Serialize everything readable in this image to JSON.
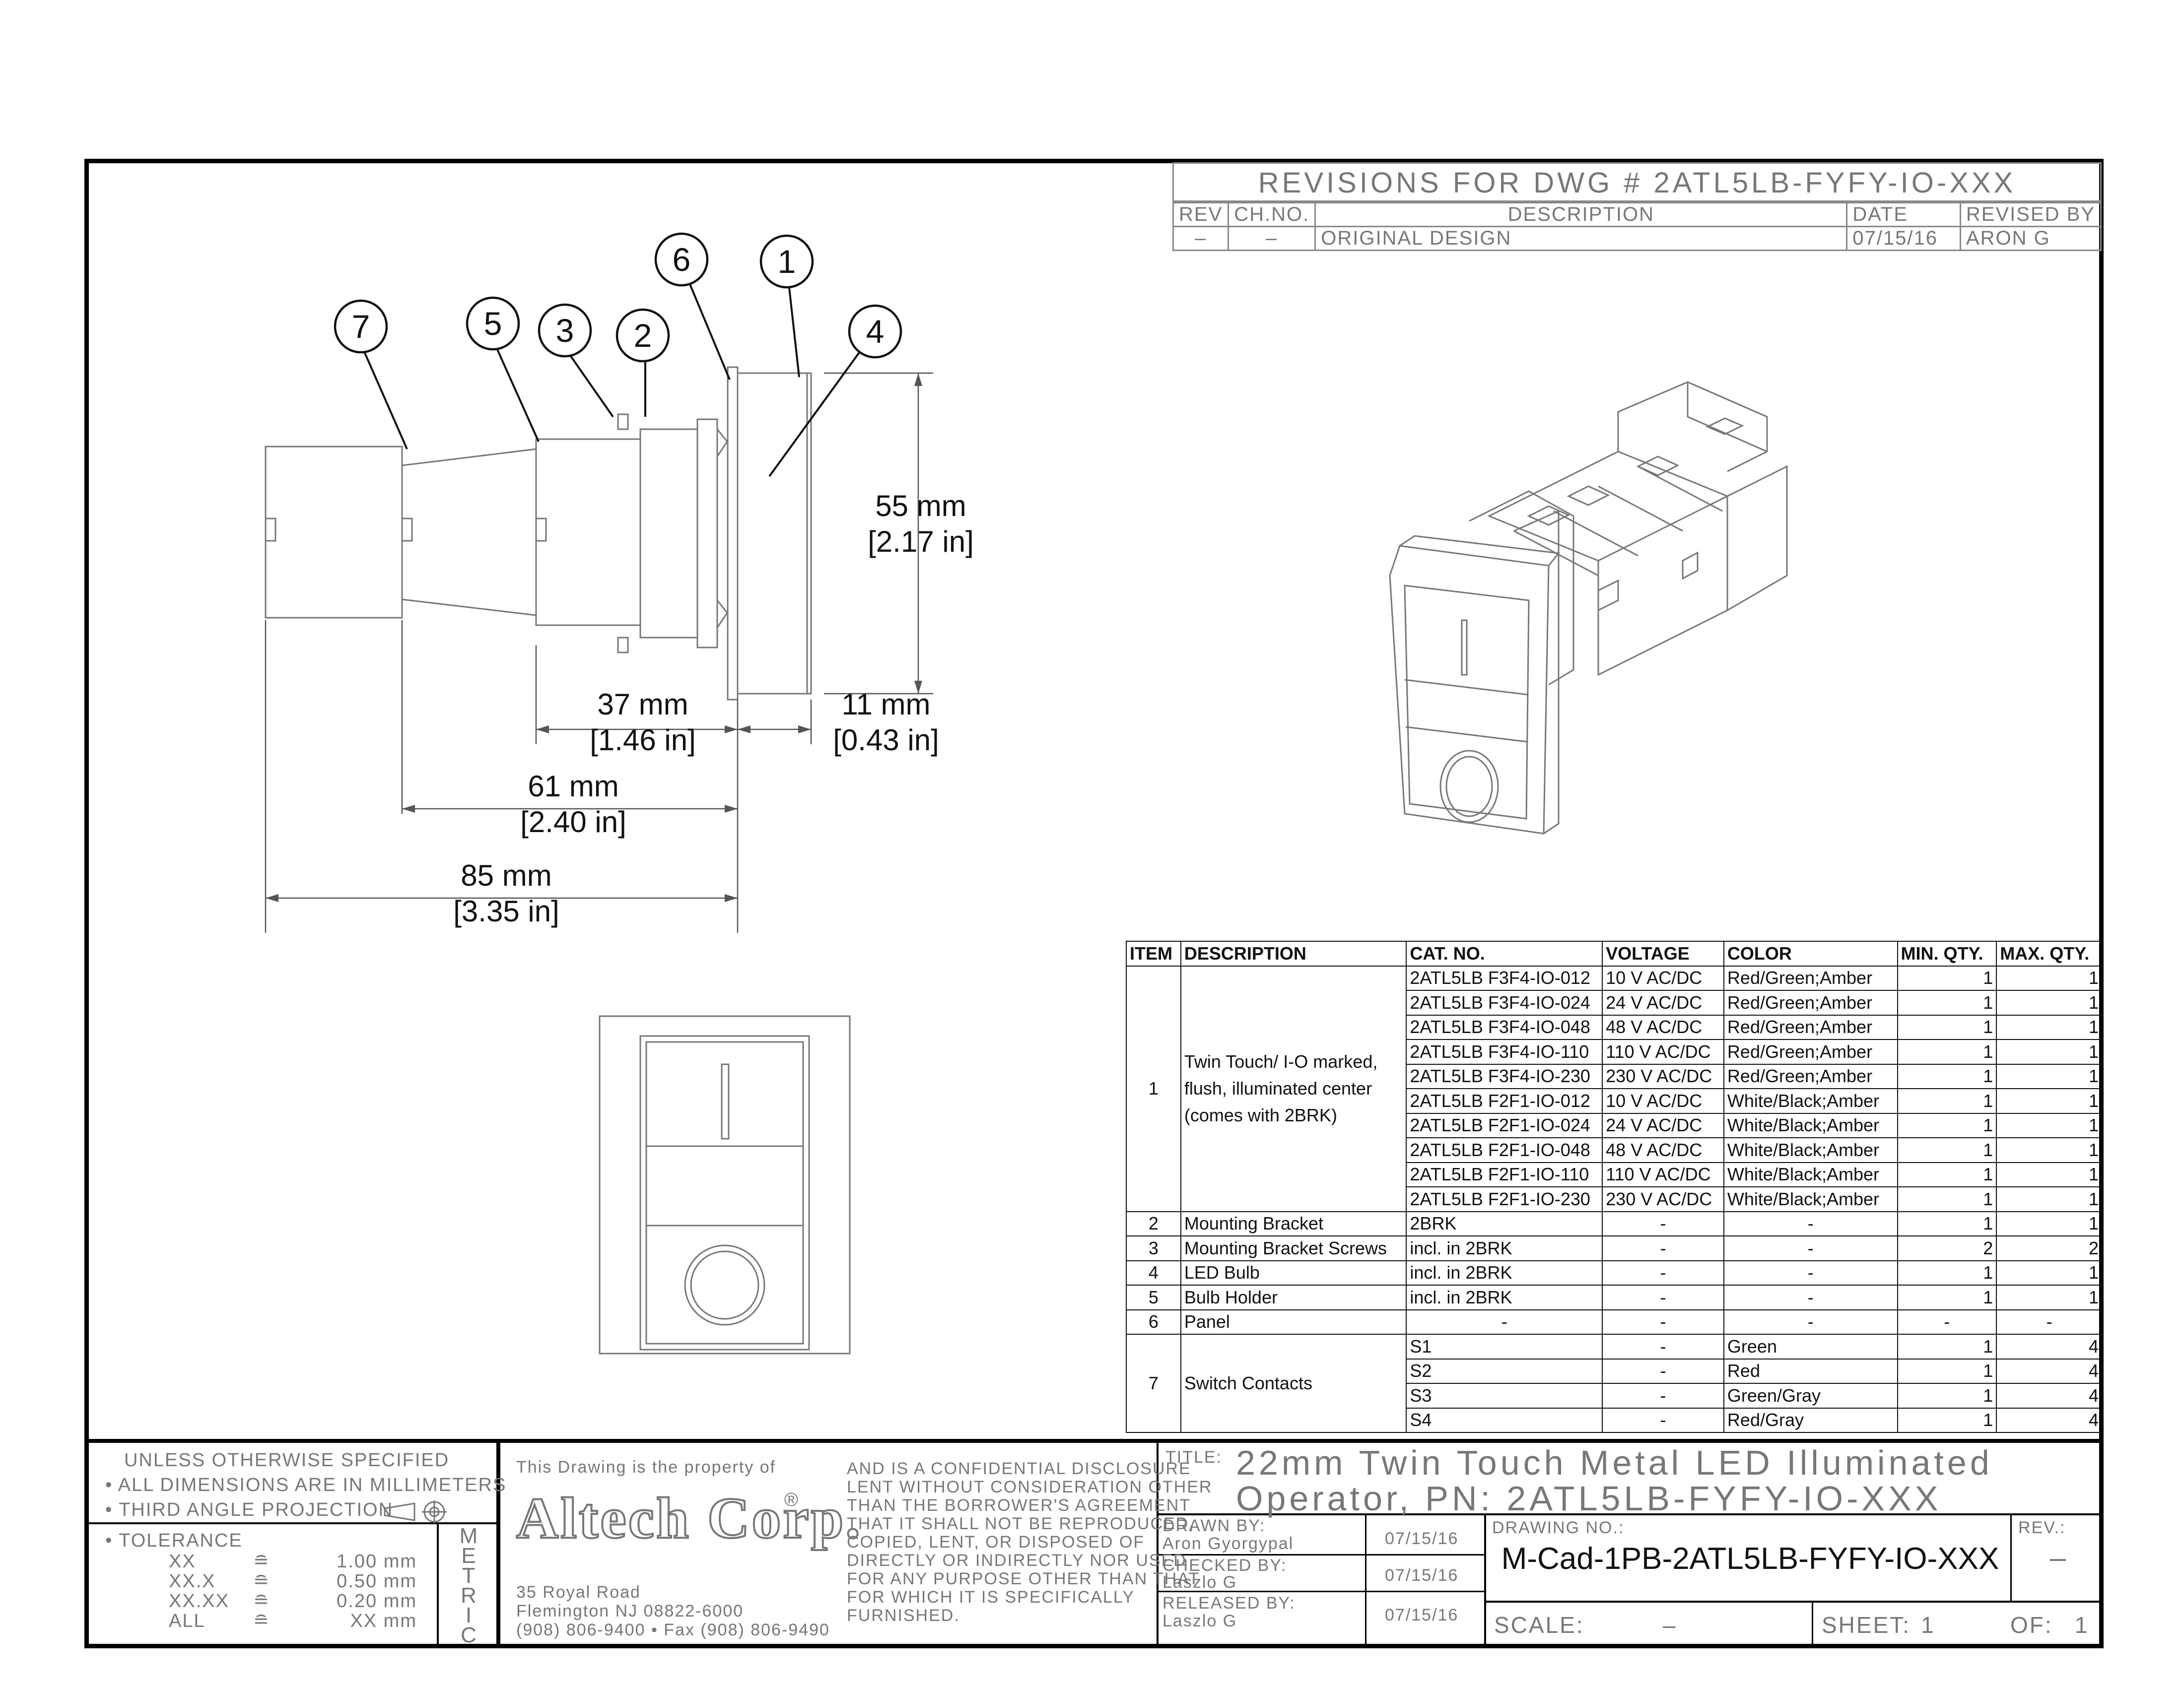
{
  "revisions": {
    "title": "REVISIONS FOR DWG # 2ATL5LB-FYFY-IO-XXX",
    "headers": [
      "REV",
      "CH.NO.",
      "DESCRIPTION",
      "DATE",
      "REVISED BY"
    ],
    "rows": [
      [
        "–",
        "–",
        "ORIGINAL DESIGN",
        "07/15/16",
        "ARON G"
      ]
    ]
  },
  "balloons": [
    "7",
    "5",
    "3",
    "2",
    "6",
    "1",
    "4"
  ],
  "dimensions": {
    "height_mm": "55 mm",
    "height_in": "[2.17 in]",
    "d37_mm": "37 mm",
    "d37_in": "[1.46 in]",
    "d11_mm": "11 mm",
    "d11_in": "[0.43 in]",
    "d61_mm": "61 mm",
    "d61_in": "[2.40 in]",
    "d85_mm": "85 mm",
    "d85_in": "[3.35 in]"
  },
  "bom": {
    "headers": [
      "ITEM",
      "DESCRIPTION",
      "CAT. NO.",
      "VOLTAGE",
      "COLOR",
      "MIN. QTY.",
      "MAX. QTY."
    ],
    "item1": {
      "item": "1",
      "description": "Twin Touch/ I-O marked, flush, illuminated center (comes with 2BRK)",
      "rows": [
        [
          "2ATL5LB F3F4-IO-012",
          "10 V AC/DC",
          "Red/Green;Amber",
          "1",
          "1"
        ],
        [
          "2ATL5LB F3F4-IO-024",
          "24 V AC/DC",
          "Red/Green;Amber",
          "1",
          "1"
        ],
        [
          "2ATL5LB F3F4-IO-048",
          "48 V AC/DC",
          "Red/Green;Amber",
          "1",
          "1"
        ],
        [
          "2ATL5LB F3F4-IO-110",
          "110 V AC/DC",
          "Red/Green;Amber",
          "1",
          "1"
        ],
        [
          "2ATL5LB F3F4-IO-230",
          "230 V AC/DC",
          "Red/Green;Amber",
          "1",
          "1"
        ],
        [
          "2ATL5LB F2F1-IO-012",
          "10 V AC/DC",
          "White/Black;Amber",
          "1",
          "1"
        ],
        [
          "2ATL5LB F2F1-IO-024",
          "24 V AC/DC",
          "White/Black;Amber",
          "1",
          "1"
        ],
        [
          "2ATL5LB F2F1-IO-048",
          "48 V AC/DC",
          "White/Black;Amber",
          "1",
          "1"
        ],
        [
          "2ATL5LB F2F1-IO-110",
          "110 V AC/DC",
          "White/Black;Amber",
          "1",
          "1"
        ],
        [
          "2ATL5LB F2F1-IO-230",
          "230 V AC/DC",
          "White/Black;Amber",
          "1",
          "1"
        ]
      ]
    },
    "simple_rows": [
      [
        "2",
        "Mounting Bracket",
        "2BRK",
        "-",
        "-",
        "1",
        "1"
      ],
      [
        "3",
        "Mounting Bracket Screws",
        "incl. in 2BRK",
        "-",
        "-",
        "2",
        "2"
      ],
      [
        "4",
        "LED Bulb",
        "incl. in 2BRK",
        "-",
        "-",
        "1",
        "1"
      ],
      [
        "5",
        "Bulb Holder",
        "incl. in 2BRK",
        "-",
        "-",
        "1",
        "1"
      ],
      [
        "6",
        "Panel",
        "-",
        "-",
        "-",
        "-",
        "-"
      ]
    ],
    "item7": {
      "item": "7",
      "description": "Switch Contacts",
      "rows": [
        [
          "S1",
          "-",
          "Green",
          "1",
          "4"
        ],
        [
          "S2",
          "-",
          "Red",
          "1",
          "4"
        ],
        [
          "S3",
          "-",
          "Green/Gray",
          "1",
          "4"
        ],
        [
          "S4",
          "-",
          "Red/Gray",
          "1",
          "4"
        ]
      ]
    }
  },
  "titleblock": {
    "notes": [
      "UNLESS OTHERWISE SPECIFIED",
      "ALL DIMENSIONS ARE IN MILLIMETERS",
      "THIRD ANGLE PROJECTION"
    ],
    "tolerance_label": "TOLERANCE",
    "tolerances": [
      [
        "XX",
        "≘",
        "1.00 mm"
      ],
      [
        "XX.X",
        "≘",
        "0.50 mm"
      ],
      [
        "XX.XX",
        "≘",
        "0.20 mm"
      ],
      [
        "ALL",
        "≘",
        "XX mm"
      ]
    ],
    "metric_letters": [
      "M",
      "E",
      "T",
      "R",
      "I",
      "C"
    ],
    "property_text": "This Drawing is the property of",
    "company_logo": "Altech Corp.",
    "registered": "®",
    "address": [
      "35 Royal Road",
      "Flemington NJ 08822-6000",
      "(908) 806-9400 • Fax (908) 806-9490"
    ],
    "disclosure": [
      "AND IS A CONFIDENTIAL DISCLOSURE",
      "LENT WITHOUT CONSIDERATION OTHER",
      "THAN THE BORROWER'S AGREEMENT",
      "THAT IT SHALL NOT BE REPRODUCED,",
      "COPIED, LENT, OR DISPOSED OF",
      "DIRECTLY OR INDIRECTLY NOR USED",
      "FOR ANY PURPOSE OTHER THAN THAT",
      "FOR WHICH IT IS SPECIFICALLY",
      "FURNISHED."
    ],
    "title_label": "TITLE:",
    "title_line1": "22mm Twin Touch Metal LED Illuminated",
    "title_line2": "Operator, PN: 2ATL5LB-FYFY-IO-XXX",
    "drawn_label": "DRAWN BY:",
    "drawn_by": "Aron Gyorgypal",
    "drawn_date": "07/15/16",
    "checked_label": "CHECKED BY:",
    "checked_by": "Laszlo G",
    "checked_date": "07/15/16",
    "released_label": "RELEASED BY:",
    "released_by": "Laszlo G",
    "released_date": "07/15/16",
    "drawing_no_label": "DRAWING NO.:",
    "drawing_no": "M-Cad-1PB-2ATL5LB-FYFY-IO-XXX",
    "rev_label": "REV.:",
    "rev": "–",
    "scale_label": "SCALE:",
    "scale": "–",
    "sheet_label": "SHEET:",
    "sheet": "1",
    "of_label": "OF:",
    "of": "1"
  }
}
